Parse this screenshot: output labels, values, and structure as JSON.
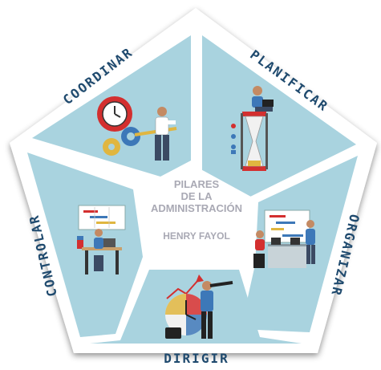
{
  "center": {
    "line1": "PILARES",
    "line2": "DE LA",
    "line3": "ADMINISTRACIÓN",
    "author": "HENRY FAYOL"
  },
  "pillars": {
    "coordinar": "COORDINAR",
    "planificar": "PLANIFICAR",
    "organizar": "ORGANIZAR",
    "dirigir": "DIRIGIR",
    "controlar": "CONTROLAR"
  },
  "colors": {
    "panel": "#a9d3df",
    "frame": "#ffffff",
    "label": "#1f4a6e",
    "center_text": "#a9a9b4"
  }
}
